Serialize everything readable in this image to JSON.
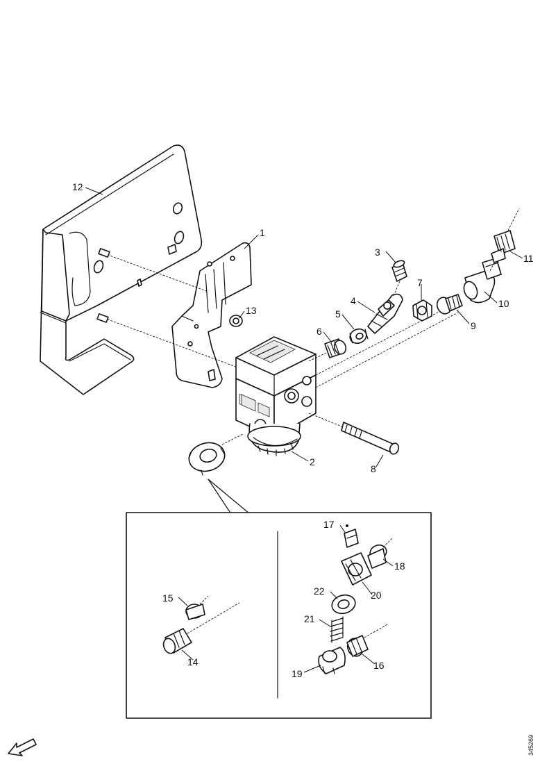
{
  "figure": {
    "code": "345269",
    "labels": {
      "l1": "1",
      "l2": "2",
      "l3": "3",
      "l4": "4",
      "l5": "5",
      "l6": "6",
      "l7": "7",
      "l8": "8",
      "l9": "9",
      "l10": "10",
      "l11": "11",
      "l12": "12",
      "l13": "13",
      "l14": "14",
      "l15": "15",
      "l16": "16",
      "l17": "17",
      "l18": "18",
      "l19": "19",
      "l20": "20",
      "l21": "21",
      "l22": "22"
    }
  }
}
